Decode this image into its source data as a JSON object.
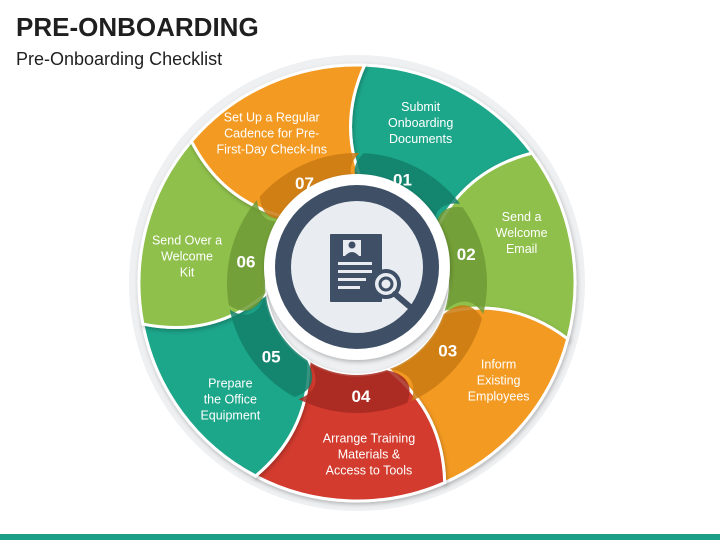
{
  "header": {
    "title": "PRE-ONBOARDING",
    "subtitle": "Pre-Onboarding Checklist"
  },
  "steps": [
    {
      "number": "01",
      "lines": [
        "Submit",
        "Onboarding",
        "Documents"
      ],
      "color": "#1ba68a",
      "dark": "#13806b"
    },
    {
      "number": "02",
      "lines": [
        "Send a",
        "Welcome",
        "Email"
      ],
      "color": "#8fc04c",
      "dark": "#6f9a35"
    },
    {
      "number": "03",
      "lines": [
        "Inform",
        "Existing",
        "Employees"
      ],
      "color": "#f39a24",
      "dark": "#c97a12"
    },
    {
      "number": "04",
      "lines": [
        "Arrange Training",
        "Materials &",
        "Access to Tools"
      ],
      "color": "#d23b2f",
      "dark": "#a62a21"
    },
    {
      "number": "05",
      "lines": [
        "Prepare",
        "the Office",
        "Equipment"
      ],
      "color": "#1ba68a",
      "dark": "#13806b"
    },
    {
      "number": "06",
      "lines": [
        "Send Over a",
        "Welcome",
        "Kit"
      ],
      "color": "#8fc04c",
      "dark": "#6f9a35"
    },
    {
      "number": "07",
      "lines": [
        "Set Up a Regular",
        "Cadence for Pre-",
        "First-Day Check-Ins"
      ],
      "color": "#f39a24",
      "dark": "#c97a12"
    }
  ],
  "center": {
    "icon": "document-search-icon",
    "ring_color": "#3e4f66",
    "inner_color": "#e9edf1"
  }
}
